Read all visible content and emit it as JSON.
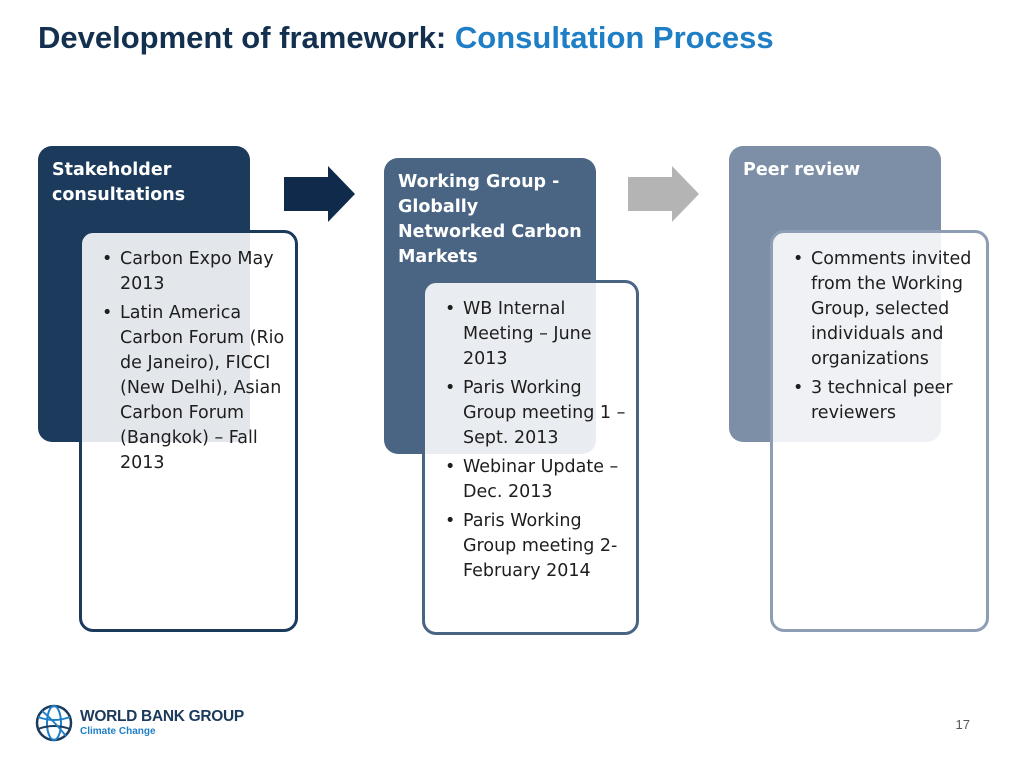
{
  "header": {
    "title_prefix": "Development of framework:",
    "title_highlight": "Consultation Process"
  },
  "stages": [
    {
      "heading": "Stakeholder consultations",
      "items": [
        "Carbon Expo May 2013",
        "Latin America Carbon Forum (Rio de Janeiro), FICCI (New Delhi), Asian Carbon Forum (Bangkok) – Fall 2013"
      ],
      "color": "#1b3a5c"
    },
    {
      "heading": "Working Group - Globally Networked Carbon Markets",
      "items": [
        "WB Internal Meeting – June 2013",
        "Paris Working Group meeting 1 – Sept. 2013",
        "Webinar Update – Dec. 2013",
        "Paris Working Group meeting 2-February 2014"
      ],
      "color": "#4a6584"
    },
    {
      "heading": "Peer review",
      "items": [
        "Comments invited from the Working Group, selected individuals and organizations",
        "3 technical peer reviewers"
      ],
      "color": "#7d8fa6"
    }
  ],
  "arrows": [
    {
      "icon": "arrow-right-icon",
      "color": "#0f2a4a"
    },
    {
      "icon": "arrow-right-icon",
      "color": "#b4b4b4"
    }
  ],
  "footer": {
    "logo_title": "WORLD BANK GROUP",
    "logo_subtitle": "Climate Change",
    "logo_icon": "globe-icon",
    "page_number": "17"
  }
}
